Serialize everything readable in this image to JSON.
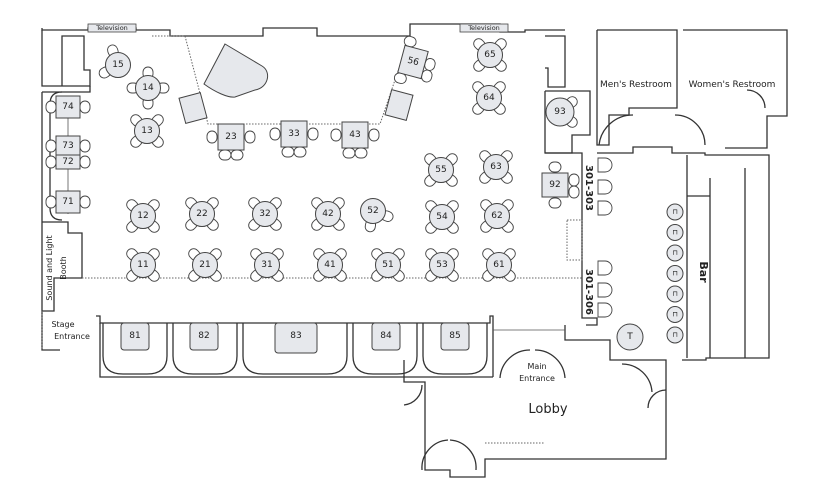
{
  "labels": {
    "tv_left": "Television",
    "tv_right": "Television",
    "mens": "Men's Restroom",
    "womens": "Women's Restroom",
    "booth_line1": "Sound and Light",
    "booth_line2": "Booth",
    "stage_line1": "Stage",
    "stage_line2": "Entrance",
    "main_line1": "Main",
    "main_line2": "Entrance",
    "lobby": "Lobby",
    "bar": "Bar",
    "section_a": "301-303",
    "section_b": "301-306"
  },
  "round_tables": [
    "13",
    "12",
    "22",
    "32",
    "42",
    "55",
    "63",
    "54",
    "62",
    "65",
    "64",
    "11",
    "21",
    "31",
    "41",
    "51",
    "53",
    "61"
  ],
  "other_round_tables": [
    "14",
    "15",
    "52",
    "93"
  ],
  "square_tables": [
    "74",
    "73",
    "72",
    "71",
    "23",
    "33",
    "43",
    "56",
    "92"
  ],
  "booths": [
    "81",
    "82",
    "83",
    "84",
    "85"
  ],
  "bar_stool_glyph": "⊓",
  "colors": {
    "table_fill": "#e6e8ec",
    "wall": "#333333"
  }
}
